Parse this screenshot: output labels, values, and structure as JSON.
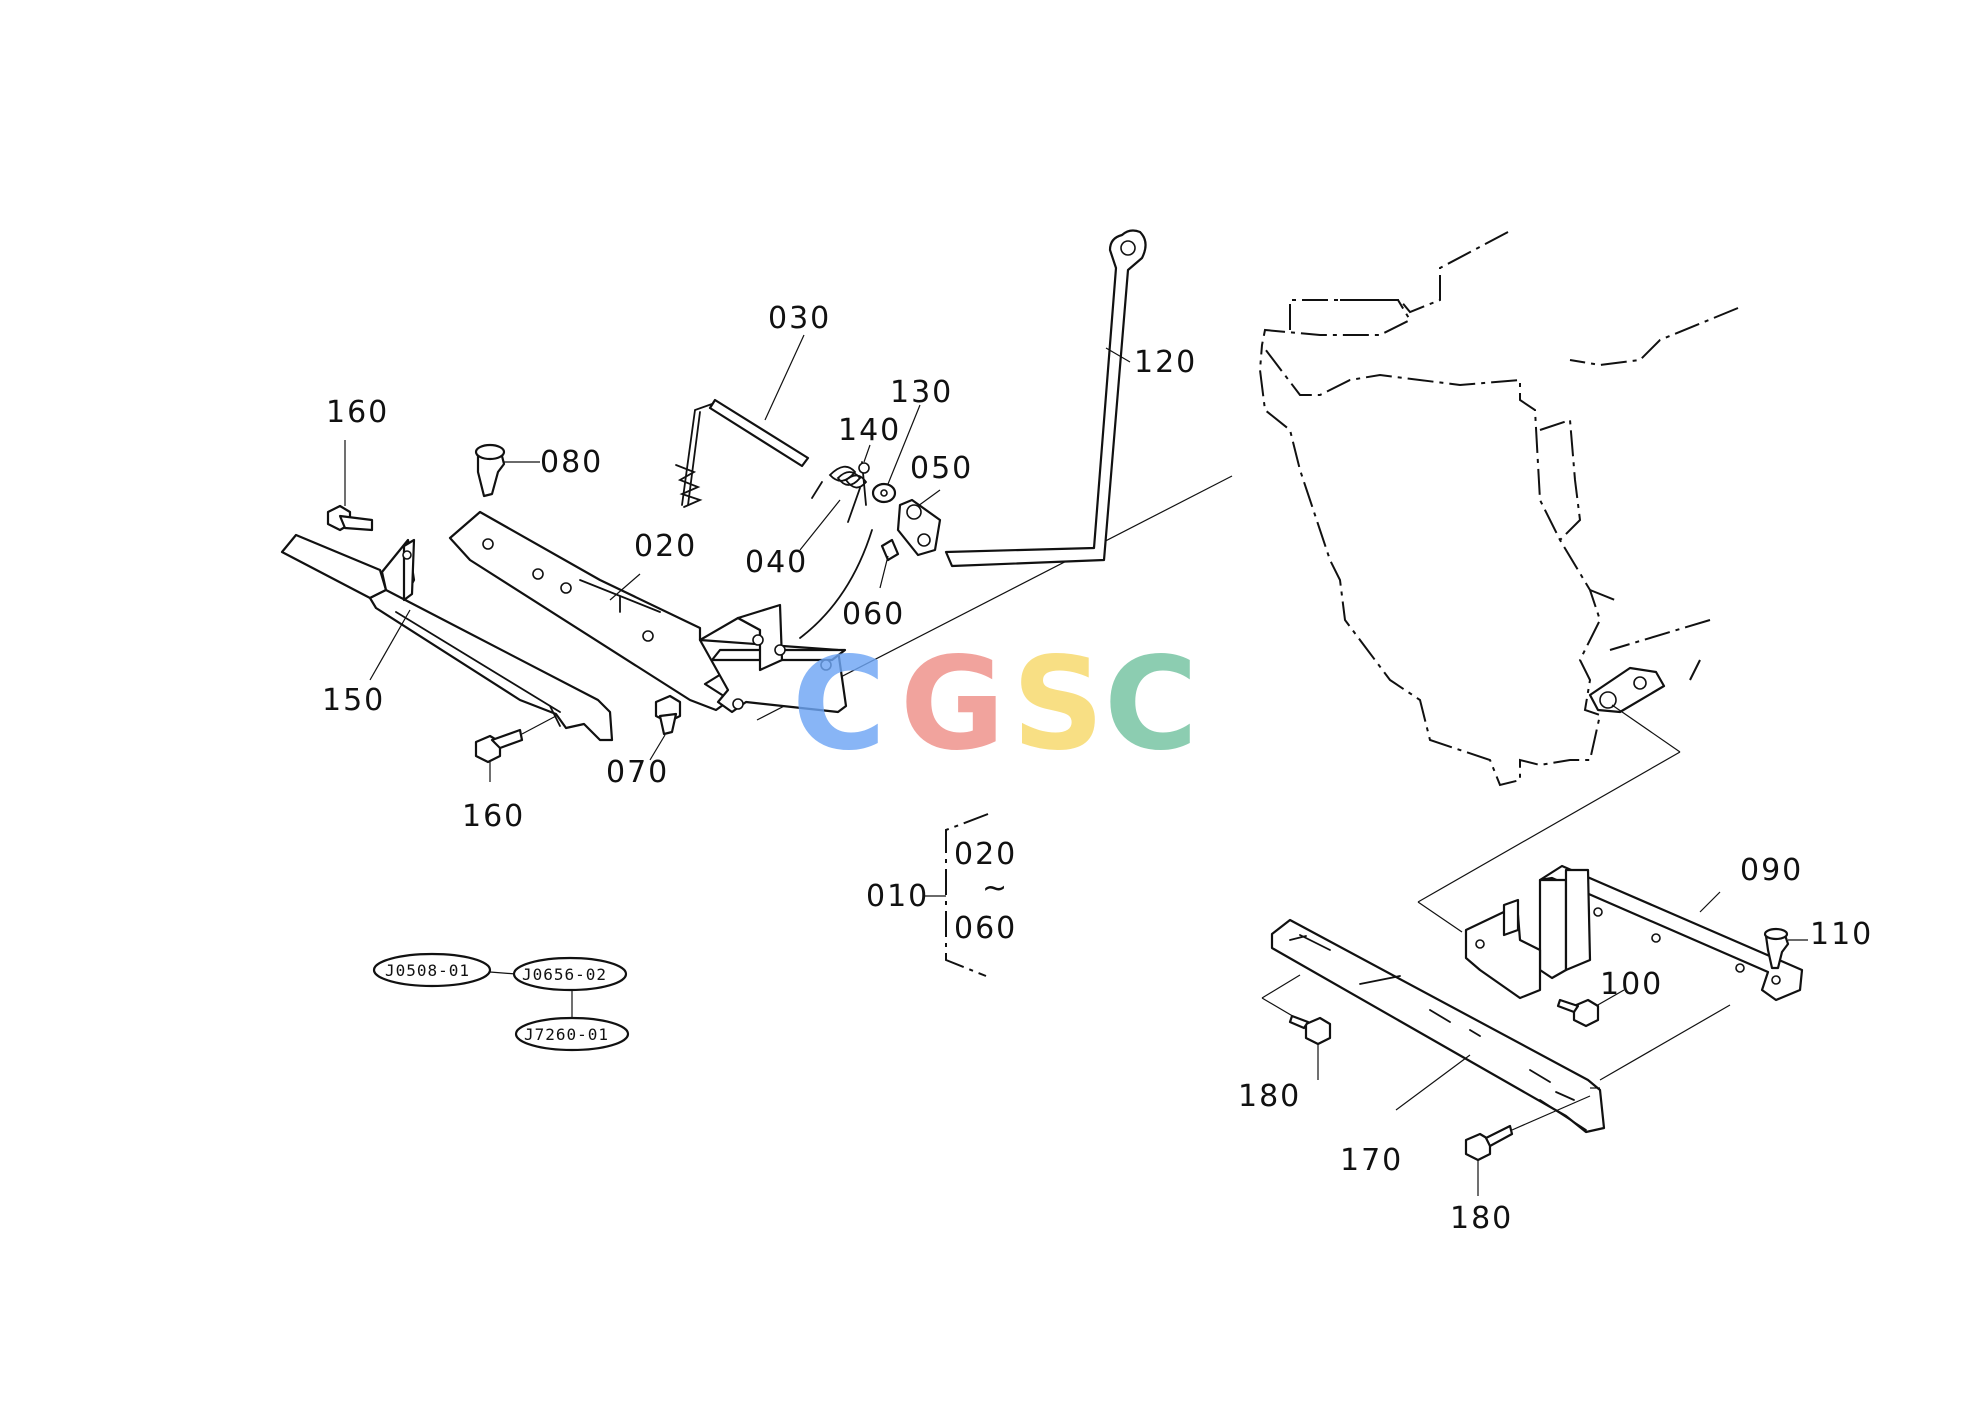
{
  "callouts": {
    "c010": "010",
    "c020": "020",
    "c030": "030",
    "c040": "040",
    "c050": "050",
    "c060": "060",
    "c070": "070",
    "c080": "080",
    "c090": "090",
    "c100": "100",
    "c110": "110",
    "c120": "120",
    "c130": "130",
    "c140": "140",
    "c150": "150",
    "c160a": "160",
    "c160b": "160",
    "c170": "170",
    "c180a": "180",
    "c180b": "180"
  },
  "assembly_range": {
    "from": "020",
    "tilde": "~",
    "to": "060"
  },
  "references": {
    "r1": "J0508-01",
    "r2": "J0656-02",
    "r3": "J7260-01"
  },
  "watermark": {
    "letters": [
      "C",
      "G",
      "S",
      "C"
    ],
    "colors": [
      "#6ea6f5",
      "#ef8f88",
      "#f7d96a",
      "#74c3a0"
    ]
  }
}
